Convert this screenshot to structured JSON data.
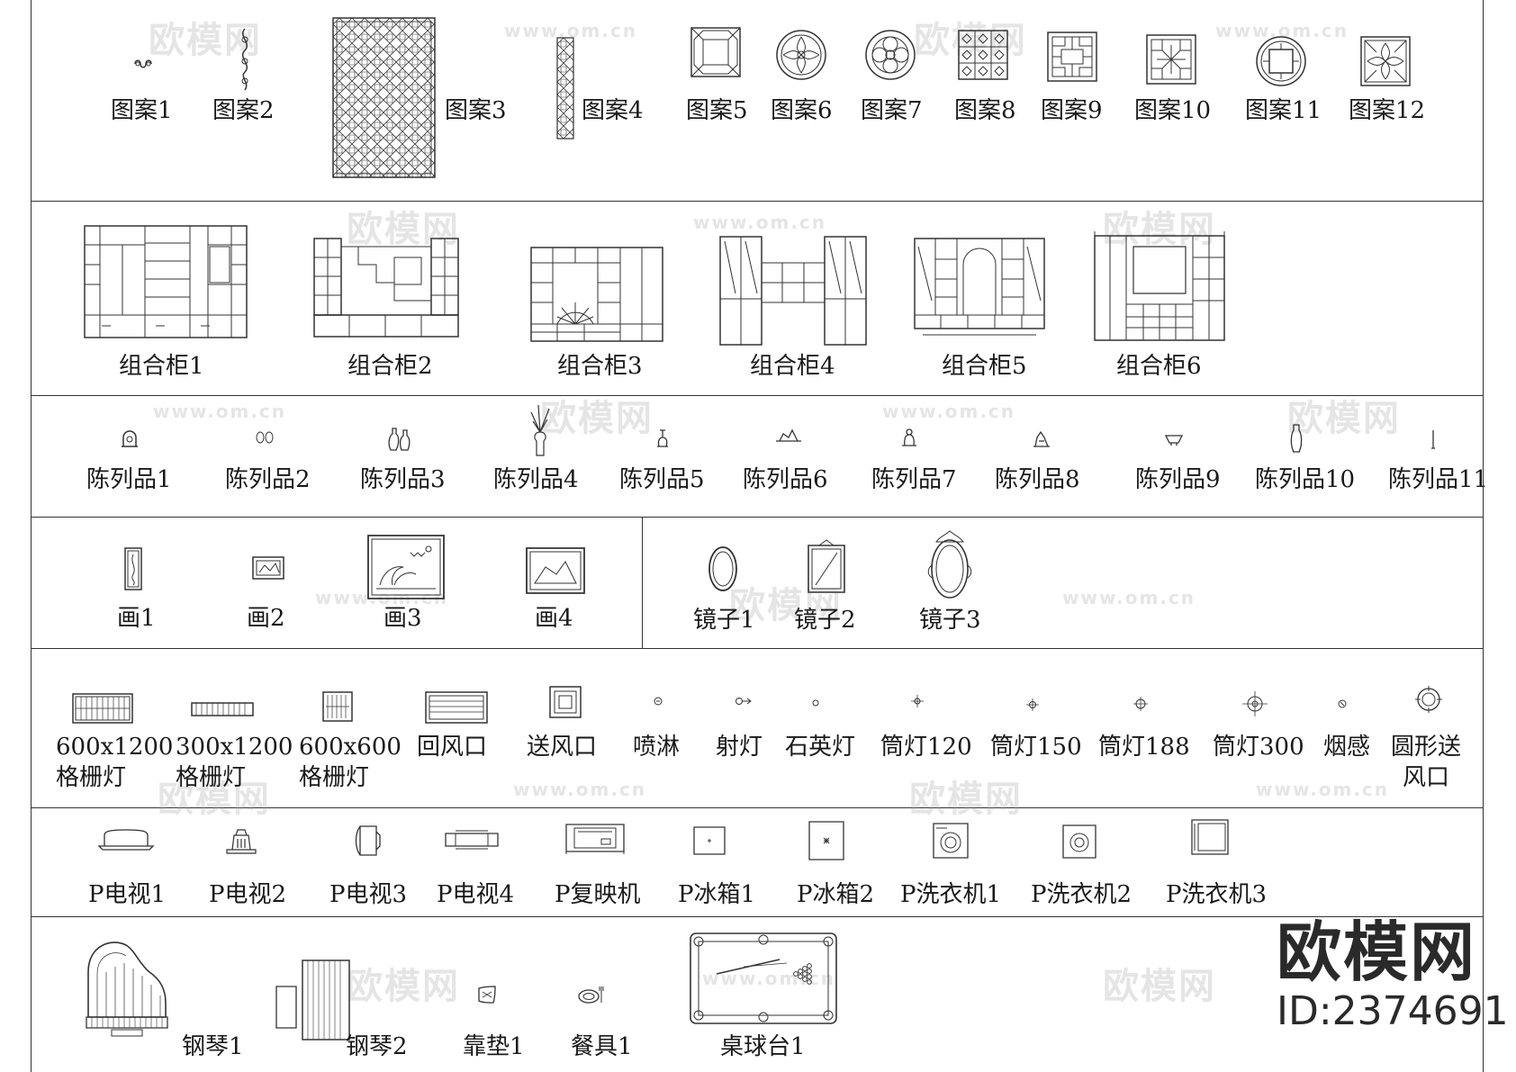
{
  "rows": [
    {
      "id": "patterns",
      "items": [
        "图案1",
        "图案2",
        "图案3",
        "图案4",
        "图案5",
        "图案6",
        "图案7",
        "图案8",
        "图案9",
        "图案10",
        "图案11",
        "图案12"
      ]
    },
    {
      "id": "cabinets",
      "items": [
        "组合柜1",
        "组合柜2",
        "组合柜3",
        "组合柜4",
        "组合柜5",
        "组合柜6"
      ]
    },
    {
      "id": "displays",
      "items": [
        "陈列品1",
        "陈列品2",
        "陈列品3",
        "陈列品4",
        "陈列品5",
        "陈列品6",
        "陈列品7",
        "陈列品8",
        "陈列品9",
        "陈列品10",
        "陈列品11"
      ]
    },
    {
      "id": "paintings",
      "items": [
        "画1",
        "画2",
        "画3",
        "画4"
      ]
    },
    {
      "id": "mirrors",
      "items": [
        "镜子1",
        "镜子2",
        "镜子3"
      ]
    },
    {
      "id": "ceiling",
      "items": [
        "600x1200\n格栅灯",
        "300x1200\n格栅灯",
        "600x600\n格栅灯",
        "回风口",
        "送风口",
        "喷淋",
        "射灯",
        "石英灯",
        "筒灯120",
        "筒灯150",
        "筒灯188",
        "筒灯300",
        "烟感",
        "圆形送\n风口"
      ]
    },
    {
      "id": "appliances",
      "items": [
        "P电视1",
        "P电视2",
        "P电视3",
        "P电视4",
        "P复映机",
        "P冰箱1",
        "P冰箱2",
        "P洗衣机1",
        "P洗衣机2",
        "P洗衣机3"
      ]
    },
    {
      "id": "misc",
      "items": [
        "钢琴1",
        "钢琴2",
        "靠垫1",
        "餐具1",
        "桌球台1"
      ]
    }
  ],
  "watermark": {
    "name": "欧模网",
    "url": "www.om.cn"
  },
  "brand": {
    "name": "欧模网",
    "id": "ID:2374691"
  }
}
